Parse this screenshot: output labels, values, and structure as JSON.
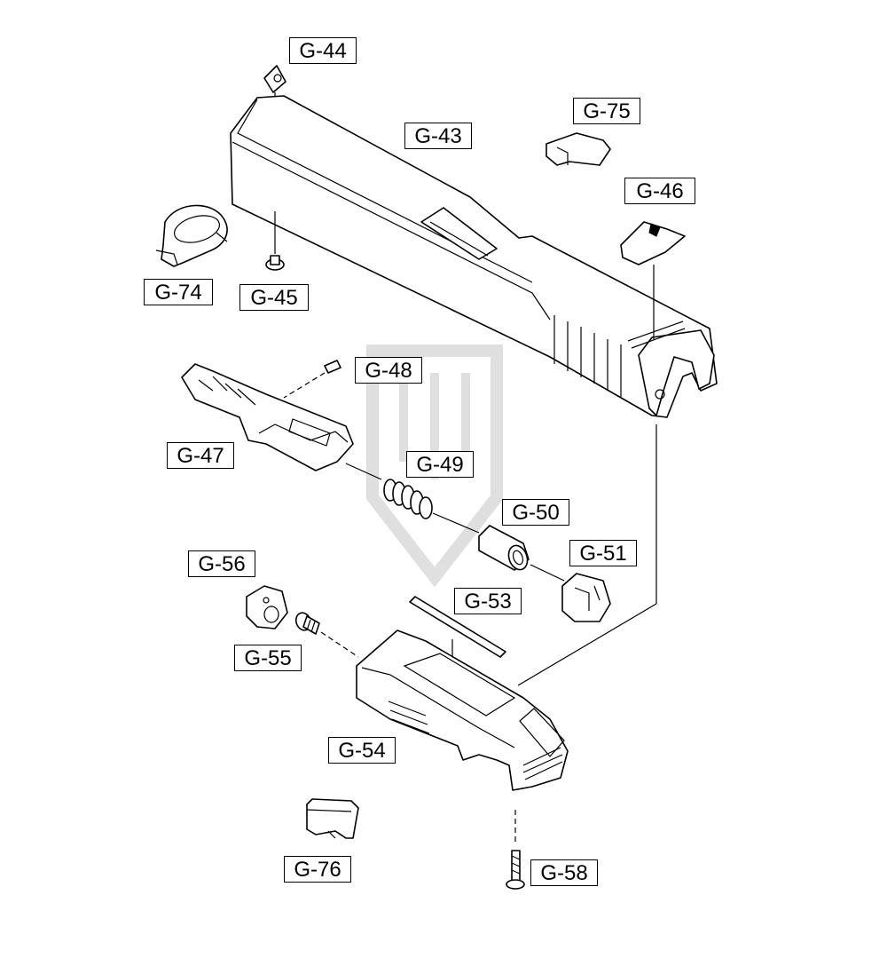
{
  "labels": {
    "g44": "G-44",
    "g43": "G-43",
    "g75": "G-75",
    "g46": "G-46",
    "g74": "G-74",
    "g45": "G-45",
    "g48": "G-48",
    "g47": "G-47",
    "g49": "G-49",
    "g50": "G-50",
    "g51": "G-51",
    "g56": "G-56",
    "g53": "G-53",
    "g55": "G-55",
    "g54": "G-54",
    "g76": "G-76",
    "g58": "G-58"
  }
}
